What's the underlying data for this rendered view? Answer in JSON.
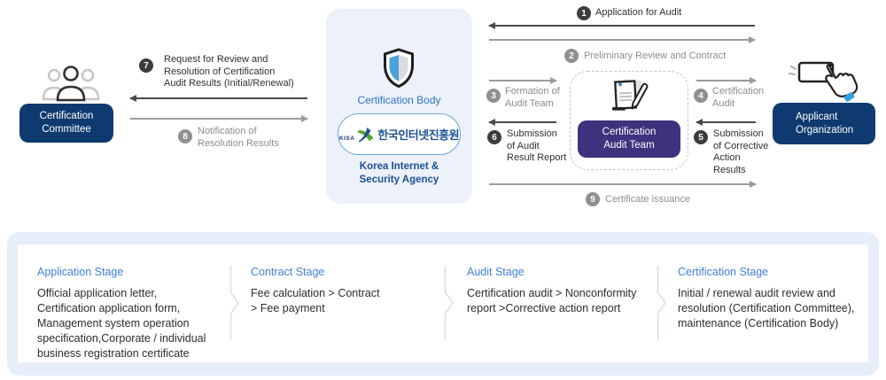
{
  "diagram": {
    "committee": {
      "label": "Certification\nCommittee"
    },
    "body": {
      "title": "Certification Body",
      "kisa_word": "KISA",
      "korean_name": "한국인터넷진흥원",
      "english_name": "Korea Internet &\nSecurity Agency"
    },
    "audit_team": {
      "label": "Certification\nAudit Team"
    },
    "applicant": {
      "label": "Applicant\nOrganization"
    }
  },
  "steps": [
    {
      "num": "1",
      "label": "Application for Audit",
      "tone": "dark"
    },
    {
      "num": "2",
      "label": "Preliminary Review and Contract",
      "tone": "gray"
    },
    {
      "num": "3",
      "label": "Formation of\nAudit Team",
      "tone": "gray"
    },
    {
      "num": "4",
      "label": "Certification\nAudit",
      "tone": "gray"
    },
    {
      "num": "5",
      "label": "Submission\nof Corrective\nAction\nResults",
      "tone": "dark"
    },
    {
      "num": "6",
      "label": "Submission\nof Audit\nResult Report",
      "tone": "dark"
    },
    {
      "num": "7",
      "label": "Request for Review and\nResolution of Certification\nAudit Results (Initial/Renewal)",
      "tone": "dark"
    },
    {
      "num": "8",
      "label": "Notification of\nResolution Results",
      "tone": "gray"
    },
    {
      "num": "9",
      "label": "Certificate issuance",
      "tone": "gray"
    }
  ],
  "stages": [
    {
      "title": "Application Stage",
      "body": "Official application letter,\nCertification application form,\nManagement system operation\nspecification,Corporate / individual\nbusiness registration certificate"
    },
    {
      "title": "Contract Stage",
      "body": "Fee calculation > Contract\n> Fee payment"
    },
    {
      "title": "Audit Stage",
      "body": "Certification audit > Nonconformity\nreport >Corrective action report"
    },
    {
      "title": "Certification Stage",
      "body": "Initial / renewal audit review and\nresolution (Certification Committee),\nmaintenance (Certification Body)"
    }
  ],
  "colors": {
    "navy_box": "#0e3a6f",
    "purple_box": "#3f317d",
    "card_bg": "#edf1f9",
    "panel_bg": "#e6eef9",
    "stage_title_blue": "#3e82d9",
    "body_title_blue": "#2d74c9",
    "kisa_navy": "#1b5094",
    "dark_step": "#3c3c3c",
    "gray_step": "#8f8f8f",
    "shield_blue": "#4ba1d9",
    "kisa_green": "#55a630"
  }
}
